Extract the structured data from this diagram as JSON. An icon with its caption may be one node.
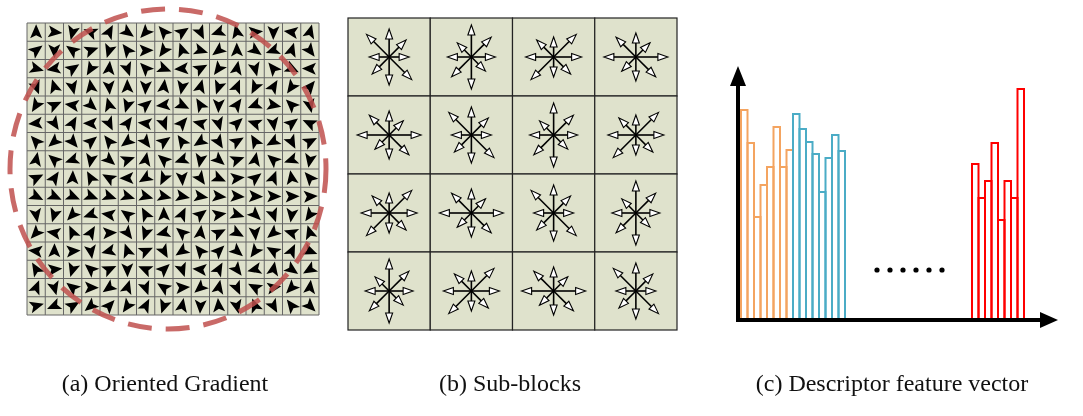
{
  "diagram": {
    "labels": [
      "(a) Oriented Gradient",
      "(b) Sub-blocks",
      "(c) Descriptor feature vector"
    ]
  }
}
